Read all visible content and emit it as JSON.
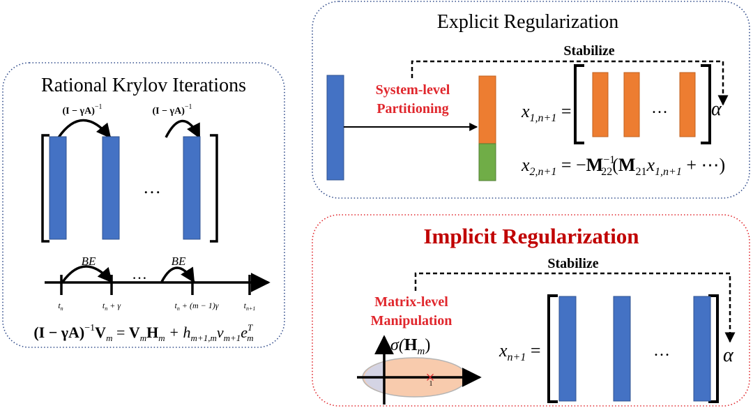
{
  "colors": {
    "blue": "#4472c4",
    "orange": "#ed7d31",
    "green": "#70ad47",
    "red": "#e0262c",
    "darkred": "#c00000",
    "dotted_blue": "#2f4a8a",
    "dotted_red": "#e0262c",
    "ellipse_fill": "#f8cbad",
    "ellipse_stroke": "#b4b4b4"
  },
  "left_panel": {
    "title": "Rational Krylov Iterations",
    "operator_label": "(I − γA)",
    "operator_exp": "−1",
    "dots": "…",
    "be_label": "BE",
    "ticks": [
      {
        "main": "t",
        "sub": "n",
        "rest": ""
      },
      {
        "main": "t",
        "sub": "n",
        "rest": " + γ"
      },
      {
        "main": "t",
        "sub": "n",
        "rest": " + (m − 1)γ"
      },
      {
        "main": "t",
        "sub": "n+1",
        "rest": ""
      }
    ],
    "equation": {
      "lhs": "(I − γA)",
      "lhs_exp": "−1",
      "v": "V",
      "m": "m",
      "eq": " = ",
      "h": "H",
      "plus": " + h",
      "h_sub": "m+1,m",
      "vv": "v",
      "v_sub": "m+1",
      "e": "e",
      "e_sup": "T",
      "e_sub": "m"
    }
  },
  "explicit_panel": {
    "title": "Explicit Regularization",
    "stabilize": "Stabilize",
    "partition_line1": "System-level",
    "partition_line2": "Partitioning",
    "dots": "…",
    "alpha": "α",
    "eq1": {
      "x": "x",
      "sub": "1,n+1",
      "eq": " ="
    },
    "eq2": {
      "x": "x",
      "sub": "2,n+1",
      "eq": " = −",
      "M": "M",
      "m_sub": "22",
      "m_sup": "−1",
      "open": "(",
      "M2": "M",
      "m2_sub": "21",
      "x2": "x",
      "x2_sub": "1,n+1",
      "tail": " + ⋯)"
    }
  },
  "implicit_panel": {
    "title": "Implicit Regularization",
    "stabilize": "Stabilize",
    "manip_line1": "Matrix-level",
    "manip_line2": "Manipulation",
    "sigma": "σ(",
    "sigma_H": "H",
    "sigma_sub": "m",
    "sigma_close": ")",
    "one": "1",
    "cross": "×",
    "dots": "…",
    "alpha": "α",
    "eq": {
      "x": "x",
      "sub": "n+1",
      "eq": " ="
    }
  }
}
